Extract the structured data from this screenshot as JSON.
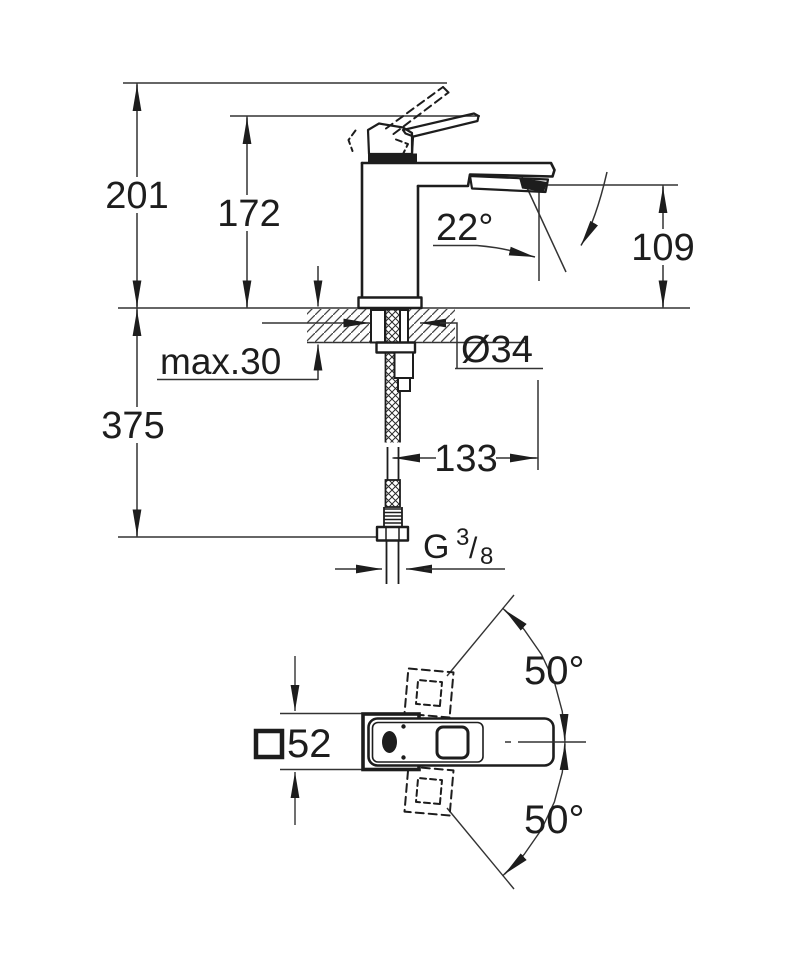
{
  "drawing": {
    "title": "faucet installation dimension drawing",
    "line_color": "#1d1d1d",
    "background": "#ffffff"
  },
  "side_view": {
    "dims": {
      "overall_height": "201",
      "spout_top_height": "172",
      "stream_angle": "22°",
      "outlet_height": "109",
      "deck_max_thickness": "max.30",
      "hole_diameter": "Ø34",
      "hose_drop": "375",
      "spout_reach": "133",
      "thread_prefix": "G",
      "thread_numerator": "3",
      "thread_slash": "/",
      "thread_denominator": "8"
    }
  },
  "top_view": {
    "dims": {
      "body_square_width": "52",
      "handle_swing_upper": "50°",
      "handle_swing_lower": "50°"
    }
  }
}
